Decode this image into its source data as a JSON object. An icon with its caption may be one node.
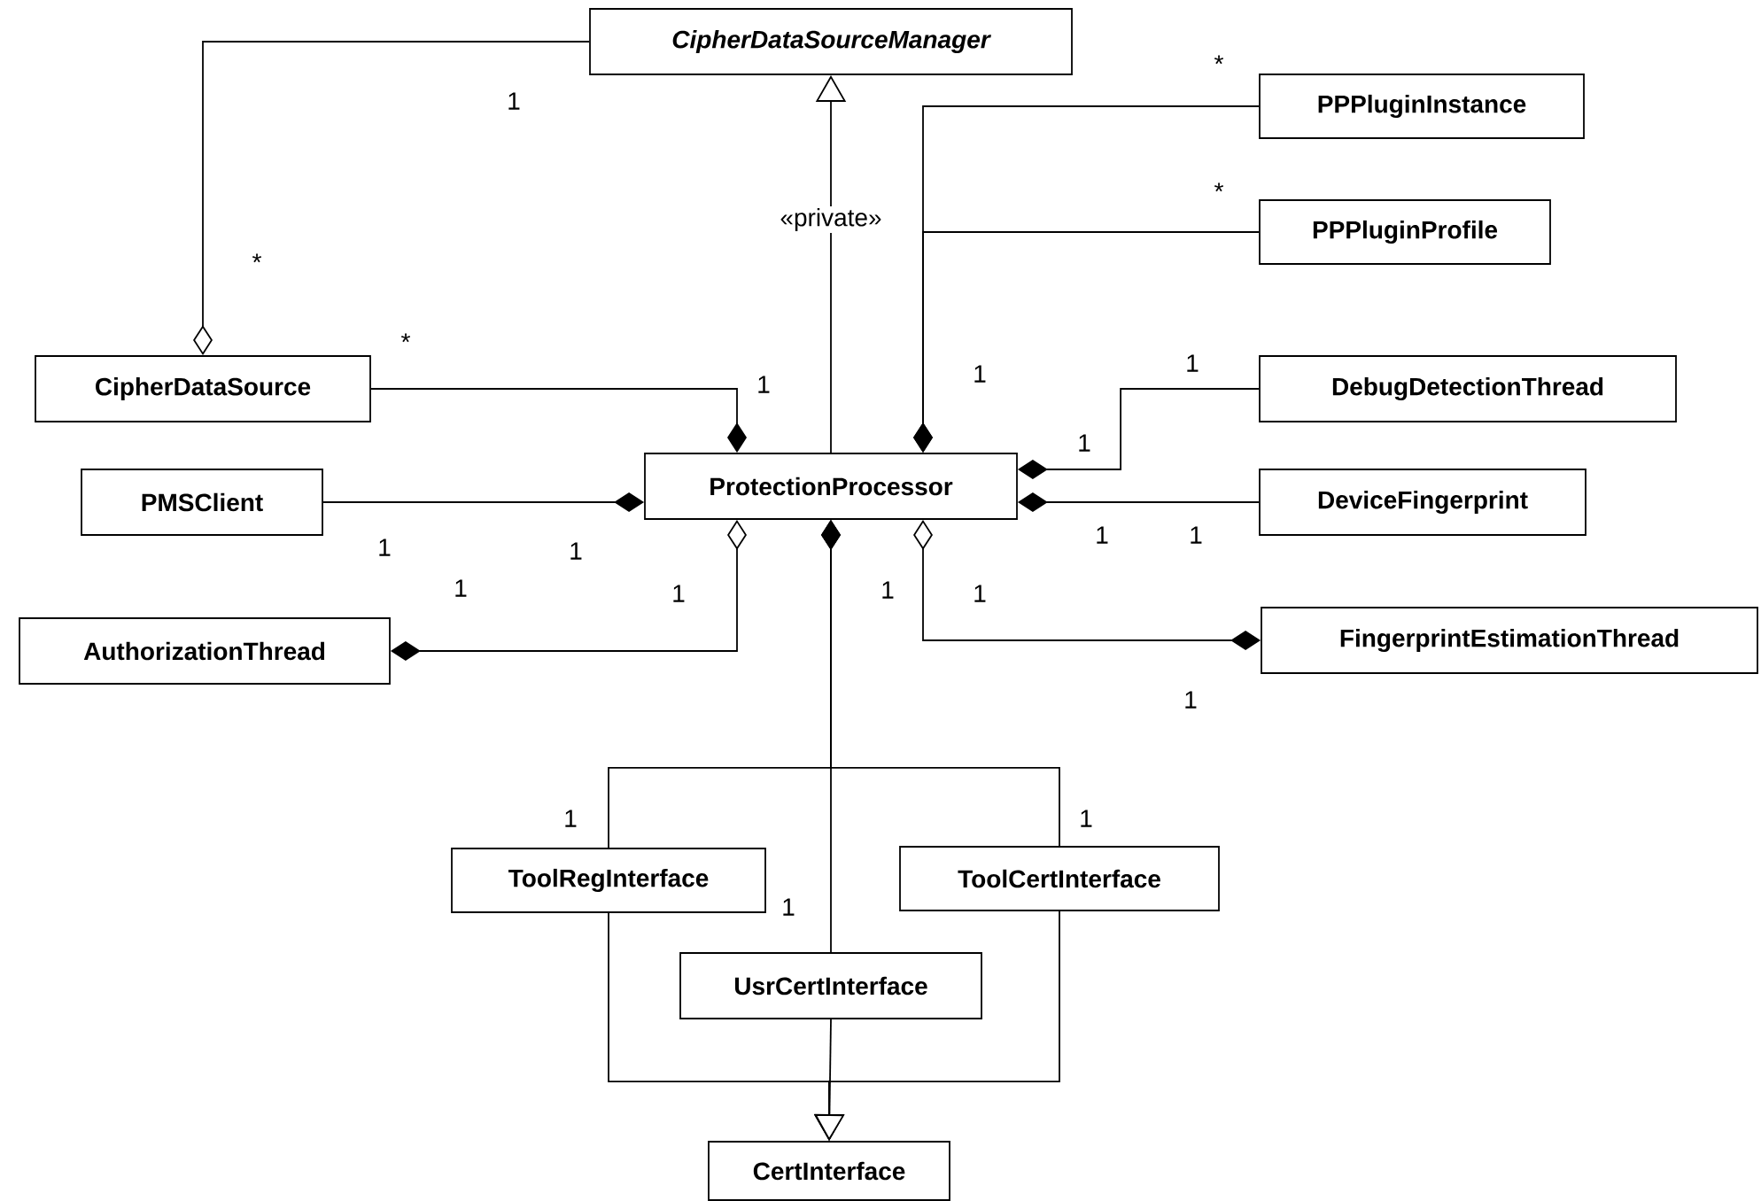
{
  "diagram": {
    "nodes": [
      {
        "text": [
          "CipherDataSourceManager"
        ]
      },
      {
        "text": [
          "PPPluginInstance"
        ]
      },
      {
        "text": [
          "PPPluginProfile"
        ]
      },
      {
        "text": [
          "CipherDataSource"
        ]
      },
      {
        "text": [
          "DebugDetectionThread"
        ]
      },
      {
        "text": [
          "PMSClient"
        ]
      },
      {
        "text": [
          "ProtectionProcessor"
        ]
      },
      {
        "text": [
          "DeviceFingerprint"
        ]
      },
      {
        "text": [
          "AuthorizationThread"
        ]
      },
      {
        "text": [
          "FingerprintEstimationThread"
        ]
      },
      {
        "text": [
          "ToolRegInterface"
        ]
      },
      {
        "text": [
          "ToolCertInterface"
        ]
      },
      {
        "text": [
          "UsrCertInterface"
        ]
      },
      {
        "text": [
          "CertInterface"
        ]
      }
    ],
    "edges": [
      {
        "from": 3,
        "to": 0,
        "arrow": "other"
      },
      {
        "from": 6,
        "to": 0,
        "arrow": "to",
        "label": "«private»"
      },
      {
        "from": 3,
        "to": 6,
        "arrow": "other"
      },
      {
        "from": 1,
        "to": 6,
        "arrow": "other"
      },
      {
        "from": 2,
        "to": 6,
        "arrow": "other"
      },
      {
        "from": 4,
        "to": 6,
        "arrow": "other"
      },
      {
        "from": 7,
        "to": 6,
        "arrow": "other"
      },
      {
        "from": 5,
        "to": 6,
        "arrow": "other"
      },
      {
        "from": 8,
        "to": 6,
        "arrow": "other"
      },
      {
        "from": 9,
        "to": 6,
        "arrow": "other"
      },
      {
        "from": 10,
        "to": 6,
        "arrow": "other"
      },
      {
        "from": 11,
        "to": 6,
        "arrow": "other"
      },
      {
        "from": 12,
        "to": 6,
        "arrow": "other"
      },
      {
        "from": 10,
        "to": 13,
        "arrow": "to"
      },
      {
        "from": 11,
        "to": 13,
        "arrow": "to"
      },
      {
        "from": 12,
        "to": 13,
        "arrow": "to"
      }
    ],
    "labels": [
      "*",
      "1",
      "*",
      "*",
      "*",
      "1",
      "1",
      "1",
      "1",
      "1",
      "1",
      "1",
      "1",
      "1",
      "1",
      "1",
      "1",
      "1",
      "1",
      "1",
      "1"
    ]
  }
}
